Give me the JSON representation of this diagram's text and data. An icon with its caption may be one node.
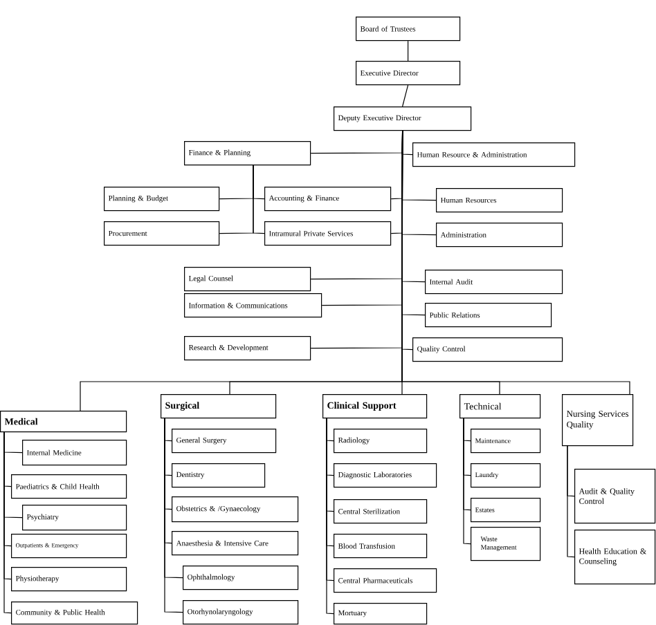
{
  "diagram": {
    "nodes": [
      {
        "text": [
          "Board of Trustees"
        ]
      },
      {
        "text": [
          "Executive Director"
        ]
      },
      {
        "text": [
          "Deputy Executive Director"
        ]
      },
      {
        "text": [
          "Finance & Planning"
        ]
      },
      {
        "text": [
          "Human Resource & Administration"
        ]
      },
      {
        "text": [
          "Planning & Budget"
        ]
      },
      {
        "text": [
          "Accounting & Finance"
        ]
      },
      {
        "text": [
          "Human Resources"
        ]
      },
      {
        "text": [
          "Procurement"
        ]
      },
      {
        "text": [
          "Intramural Private Services"
        ]
      },
      {
        "text": [
          "Administration"
        ]
      },
      {
        "text": [
          "Legal Counsel"
        ]
      },
      {
        "text": [
          "Internal Audit"
        ]
      },
      {
        "text": [
          "Information & Communications"
        ]
      },
      {
        "text": [
          "Public Relations"
        ]
      },
      {
        "text": [
          "Research & Development"
        ]
      },
      {
        "text": [
          "Quality Control"
        ]
      },
      {
        "text": [
          "Medical"
        ]
      },
      {
        "text": [
          "Internal Medicine"
        ]
      },
      {
        "text": [
          "Paediatrics & Child Health"
        ]
      },
      {
        "text": [
          "Psychiatry"
        ]
      },
      {
        "text": [
          "Outpatients & Emergency"
        ]
      },
      {
        "text": [
          "Physiotherapy"
        ]
      },
      {
        "text": [
          "Community & Public Health"
        ]
      },
      {
        "text": [
          "Surgical"
        ]
      },
      {
        "text": [
          "General Surgery"
        ]
      },
      {
        "text": [
          "Dentistry"
        ]
      },
      {
        "text": [
          "Obstetrics & /Gynaecology"
        ]
      },
      {
        "text": [
          "Anaesthesia & Intensive Care"
        ]
      },
      {
        "text": [
          "Ophthalmology"
        ]
      },
      {
        "text": [
          "Otorhynolaryngology"
        ]
      },
      {
        "text": [
          "Clinical Support"
        ]
      },
      {
        "text": [
          "Radiology"
        ]
      },
      {
        "text": [
          "Diagnostic Laboratories"
        ]
      },
      {
        "text": [
          "Central Sterilization"
        ]
      },
      {
        "text": [
          "Blood Transfusion"
        ]
      },
      {
        "text": [
          "Central Pharmaceuticals"
        ]
      },
      {
        "text": [
          "Mortuary"
        ]
      },
      {
        "text": [
          "Technical"
        ]
      },
      {
        "text": [
          "Maintenance"
        ]
      },
      {
        "text": [
          "Laundry"
        ]
      },
      {
        "text": [
          "Estates"
        ]
      },
      {
        "text": [
          "Waste Management"
        ]
      },
      {
        "text": [
          "Nursing Services Quality"
        ]
      },
      {
        "text": [
          "Audit & Quality Control"
        ]
      },
      {
        "text": [
          "Health Education & Counseling"
        ]
      }
    ],
    "edges": [
      {
        "from": 0,
        "to": 1,
        "arrow": "none"
      },
      {
        "from": 1,
        "to": 2,
        "arrow": "none"
      },
      {
        "from": 2,
        "to": 3,
        "arrow": "none"
      },
      {
        "from": 2,
        "to": 4,
        "arrow": "none"
      },
      {
        "from": 3,
        "to": 5,
        "arrow": "none"
      },
      {
        "from": 3,
        "to": 6,
        "arrow": "none"
      },
      {
        "from": 3,
        "to": 8,
        "arrow": "none"
      },
      {
        "from": 3,
        "to": 9,
        "arrow": "none"
      },
      {
        "from": 2,
        "to": 6,
        "arrow": "none"
      },
      {
        "from": 2,
        "to": 7,
        "arrow": "none"
      },
      {
        "from": 2,
        "to": 9,
        "arrow": "none"
      },
      {
        "from": 2,
        "to": 10,
        "arrow": "none"
      },
      {
        "from": 2,
        "to": 11,
        "arrow": "none"
      },
      {
        "from": 2,
        "to": 12,
        "arrow": "none"
      },
      {
        "from": 2,
        "to": 13,
        "arrow": "none"
      },
      {
        "from": 2,
        "to": 14,
        "arrow": "none"
      },
      {
        "from": 2,
        "to": 15,
        "arrow": "none"
      },
      {
        "from": 2,
        "to": 16,
        "arrow": "none"
      },
      {
        "from": 2,
        "to": 17,
        "arrow": "none"
      },
      {
        "from": 2,
        "to": 24,
        "arrow": "none"
      },
      {
        "from": 2,
        "to": 31,
        "arrow": "none"
      },
      {
        "from": 2,
        "to": 38,
        "arrow": "none"
      },
      {
        "from": 2,
        "to": 43,
        "arrow": "none"
      },
      {
        "from": 17,
        "to": 18,
        "arrow": "none"
      },
      {
        "from": 17,
        "to": 19,
        "arrow": "none"
      },
      {
        "from": 17,
        "to": 20,
        "arrow": "none"
      },
      {
        "from": 17,
        "to": 21,
        "arrow": "none"
      },
      {
        "from": 17,
        "to": 22,
        "arrow": "none"
      },
      {
        "from": 17,
        "to": 23,
        "arrow": "none"
      },
      {
        "from": 24,
        "to": 25,
        "arrow": "none"
      },
      {
        "from": 24,
        "to": 26,
        "arrow": "none"
      },
      {
        "from": 24,
        "to": 27,
        "arrow": "none"
      },
      {
        "from": 24,
        "to": 28,
        "arrow": "none"
      },
      {
        "from": 24,
        "to": 29,
        "arrow": "none"
      },
      {
        "from": 24,
        "to": 30,
        "arrow": "none"
      },
      {
        "from": 31,
        "to": 32,
        "arrow": "none"
      },
      {
        "from": 31,
        "to": 33,
        "arrow": "none"
      },
      {
        "from": 31,
        "to": 34,
        "arrow": "none"
      },
      {
        "from": 31,
        "to": 35,
        "arrow": "none"
      },
      {
        "from": 31,
        "to": 36,
        "arrow": "none"
      },
      {
        "from": 31,
        "to": 37,
        "arrow": "none"
      },
      {
        "from": 38,
        "to": 39,
        "arrow": "none"
      },
      {
        "from": 38,
        "to": 40,
        "arrow": "none"
      },
      {
        "from": 38,
        "to": 41,
        "arrow": "none"
      },
      {
        "from": 38,
        "to": 42,
        "arrow": "none"
      },
      {
        "from": 43,
        "to": 44,
        "arrow": "none"
      },
      {
        "from": 43,
        "to": 45,
        "arrow": "none"
      }
    ]
  }
}
